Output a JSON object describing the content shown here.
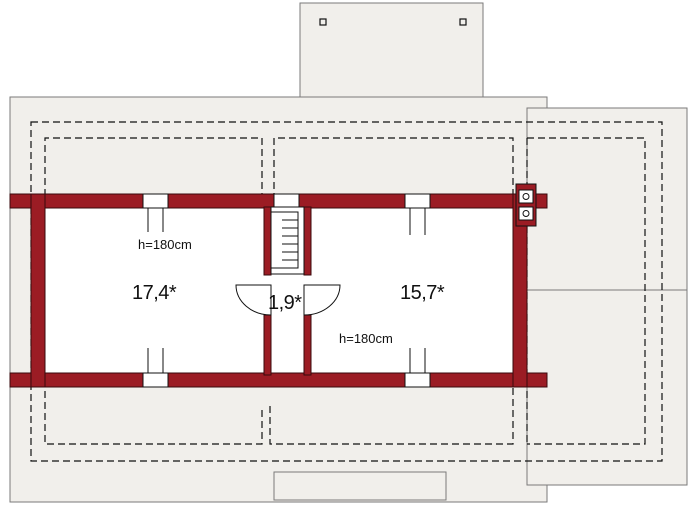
{
  "rooms": [
    {
      "area": "17,4*"
    },
    {
      "area": "1,9*"
    },
    {
      "area": "15,7*"
    }
  ],
  "heights": [
    {
      "text": "h=180cm"
    },
    {
      "text": "h=180cm"
    }
  ],
  "colors": {
    "wall": "#9b1c24",
    "roof": "#f1efeb",
    "outline": "#7a7a7a"
  }
}
